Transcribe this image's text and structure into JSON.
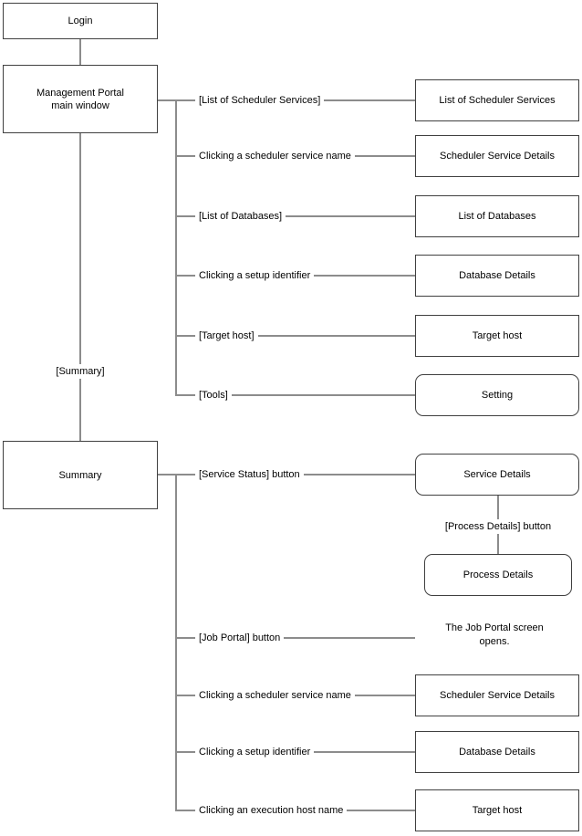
{
  "colors": {
    "bg": "#ffffff",
    "text": "#000000",
    "border": "#404040",
    "line": "#8c8c8c"
  },
  "portal_section": {
    "login_box": "Login",
    "portal_box": {
      "line1": "Management Portal",
      "line2": "main window"
    },
    "rows": [
      {
        "label": "[List of Scheduler Services]",
        "box": "List of Scheduler Services"
      },
      {
        "label": "Clicking a scheduler service name",
        "box": "Scheduler Service Details"
      },
      {
        "label": "[List of Databases]",
        "box": "List of Databases"
      },
      {
        "label": "Clicking a setup identifier",
        "box": "Database Details"
      },
      {
        "label": "[Target host]",
        "box": "Target host"
      },
      {
        "label": "[Tools]",
        "box": "Setting"
      }
    ]
  },
  "summary_section": {
    "summary_link_label": "[Summary]",
    "summary_box": "Summary",
    "process_link_label": "[Process Details] button",
    "process_box": "Process Details",
    "rows": [
      {
        "label": "[Service Status] button",
        "box": "Service Details"
      },
      {
        "label": "[Job Portal] button",
        "note_line1": "The Job Portal screen",
        "note_line2": "opens."
      },
      {
        "label": "Clicking a scheduler service name",
        "box": "Scheduler Service Details"
      },
      {
        "label": "Clicking a setup identifier",
        "box": "Database Details"
      },
      {
        "label": "Clicking an execution host name",
        "box": "Target host"
      }
    ]
  }
}
